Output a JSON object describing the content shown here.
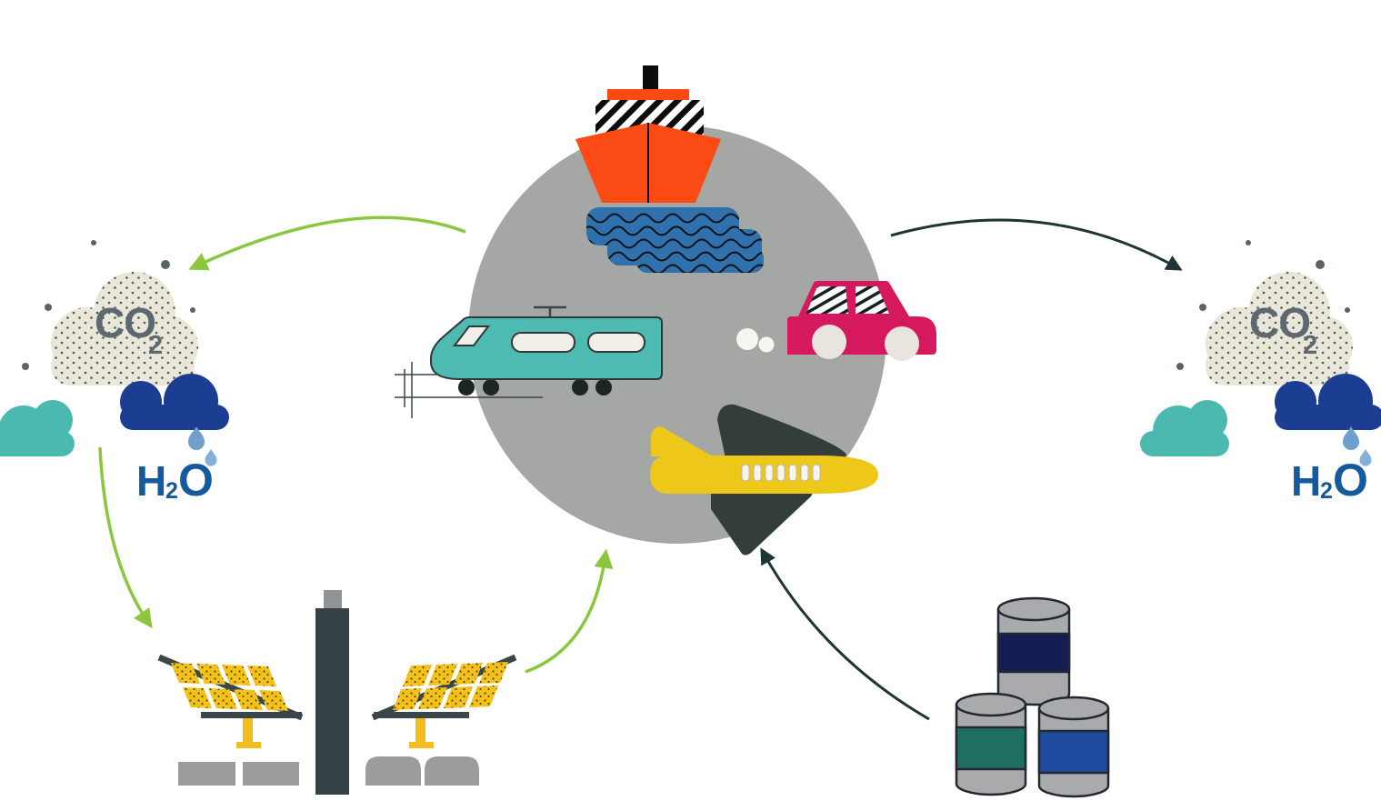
{
  "labels": {
    "co2_left": {
      "main": "CO",
      "sub": "2"
    },
    "co2_right": {
      "main": "CO",
      "sub": "2"
    },
    "h2o_left": {
      "h": "H",
      "sub": "2",
      "o": "O"
    },
    "h2o_right": {
      "h": "H",
      "sub": "2",
      "o": "O"
    }
  },
  "icons": {
    "globe": "gray-circle-backdrop",
    "ship": "cargo-ship-icon",
    "train": "electric-train-icon",
    "car": "car-icon",
    "airplane": "airplane-icon",
    "co2_cloud": "dotted-co2-cloud-icon",
    "rain_cloud": "navy-rain-cloud-icon",
    "water_cloud": "teal-cloud-icon",
    "raindrops": "raindrop-icons",
    "solar_plant": "solar-panel-plant-icon",
    "fuel_barrels": "fuel-barrel-stack-icon"
  },
  "arrows": [
    {
      "name": "circle-to-co2-left",
      "color": "green"
    },
    {
      "name": "h2o-to-solar-plant",
      "color": "green"
    },
    {
      "name": "solar-plant-to-circle",
      "color": "green"
    },
    {
      "name": "circle-to-co2-right",
      "color": "dark"
    },
    {
      "name": "barrels-to-airplane",
      "color": "dark"
    }
  ],
  "colors": {
    "background": "#ffffff",
    "globe_gray": "#a5a7a4",
    "ship_orange": "#fb4a14",
    "water_blue": "#2e71ad",
    "train_teal": "#4fbab2",
    "car_magenta": "#d6195e",
    "plane_yellow": "#eec818",
    "wing_dark": "#333e3b",
    "arrow_green": "#8cc63e",
    "arrow_dark": "#1f3435",
    "co2_cloud_beige": "#e9e7da",
    "co2_text_gray": "#5d6871",
    "teal_cloud": "#4cb9b1",
    "navy_cloud": "#1c3e92",
    "h2o_blue": "#155a9c",
    "raindrop_blue": "#6fa0cd",
    "solar_yellow": "#f3c117",
    "solar_frame": "#3a4647",
    "stand_yellow": "#f2bd1d",
    "base_gray": "#9b9c9b",
    "tower_dark": "#364145",
    "barrel_gray": "#a9aaac",
    "barrel_outline": "#23272f",
    "barrel_band_navy": "#141e55",
    "barrel_band_teal": "#1f6f60",
    "barrel_band_blue": "#1e4b9e",
    "scatter_dot": "#5a6466"
  }
}
